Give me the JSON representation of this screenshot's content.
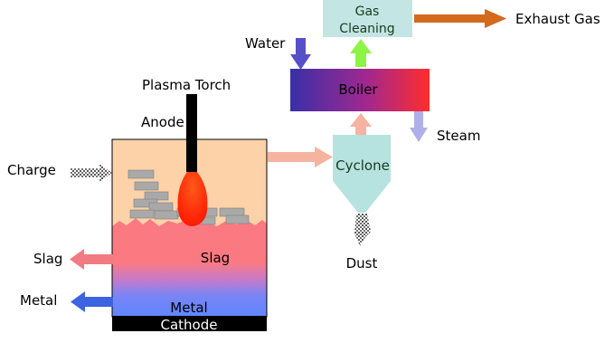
{
  "labels": {
    "exhaust_gas": "Exhaust Gas",
    "gas_cleaning_line1": "Gas",
    "gas_cleaning_line2": "Cleaning",
    "water": "Water",
    "boiler": "Boiler",
    "steam": "Steam",
    "cyclone": "Cyclone",
    "dust": "Dust",
    "plasma_torch": "Plasma Torch",
    "anode": "Anode",
    "charge": "Charge",
    "slag_out": "Slag",
    "slag_in": "Slag",
    "metal_out": "Metal",
    "metal_in": "Metal",
    "cathode": "Cathode"
  },
  "colors": {
    "gas_cleaning_box": "#c3e6e4",
    "cyclone": "#b6e2e0",
    "furnace_charge_zone": "#fdd2a8",
    "slag_zone": "#fb7a82",
    "metal_zone": "#5f86ff",
    "cathode": "#000000",
    "torch_flame": "#ff2200",
    "boiler_left": "#3a2fa8",
    "boiler_right": "#ff2d2d",
    "exhaust_arrow": "#d46a1c",
    "water_arrow": "#5550c8",
    "steam_arrow": "#b0b0e8",
    "gas_up_arrow": "#8cf544",
    "hot_gas_arrow": "#f6b3a0",
    "slag_arrow": "#f27a82",
    "metal_arrow": "#3c63e0",
    "scrap_blocks": "#a9a9a9"
  }
}
